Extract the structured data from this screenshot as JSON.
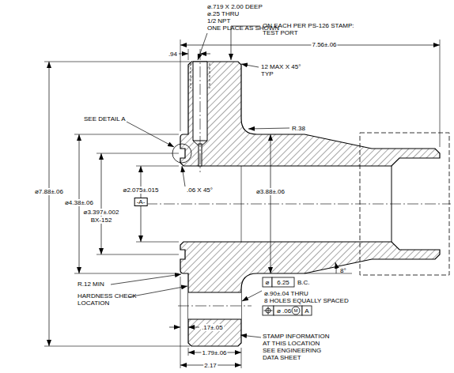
{
  "diagram": {
    "labels": [
      "⌀.719 X 2.00 DEEP",
      "⌀.25 THRU",
      "1/2 NPT",
      "ONE PLACE AS SHOWN",
      "ON EACH PER PS-126 STAMP:",
      "TEST PORT",
      "7.56±.06",
      ".94",
      "12 MAX X 45°",
      "TYP",
      "SEE DETAIL A",
      "R.38",
      "⌀7.88±.06",
      "⌀4.38±.06",
      "⌀3.397±.002",
      "BX-152",
      "⌀2.075±.015",
      "-A-",
      ".06 X 45°",
      "⌀3.88±.06",
      "8°",
      "R.12 MIN",
      "HARDNESS CHECK",
      "LOCATION",
      "⌀",
      "6.25",
      "B.C.",
      "⌀.90±.04 THRU",
      "8 HOLES EQUALLY SPACED",
      "⌀ .06",
      "M",
      "A",
      ".17±.05",
      "STAMP INFORMATION",
      "AT THIS LOCATION",
      "SEE ENGINEERING",
      "DATA SHEET",
      "1.79±.06",
      "2.17"
    ]
  }
}
